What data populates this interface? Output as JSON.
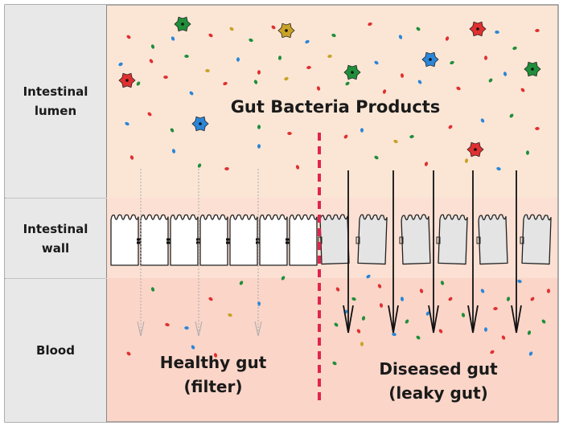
{
  "labels": {
    "lumen": [
      "Intestinal",
      "lumen"
    ],
    "wall": [
      "Intestinal",
      "wall"
    ],
    "blood": "Blood"
  },
  "title": "Gut Bacteria Products",
  "healthy": [
    "Healthy gut",
    "(filter)"
  ],
  "diseased": [
    "Diseased gut",
    "(leaky gut)"
  ],
  "colors": {
    "lumen_bg": "#fbe6d6",
    "blood_bg": "#fad5c8",
    "label_bg": "#e8e8e8",
    "healthy_cell": "#ffffff",
    "diseased_cell": "#e4e4e4",
    "divider": "#e0244e",
    "healthy_arrow": "#aaaaaa",
    "diseased_arrow": "#111111",
    "particles": [
      "#e03030",
      "#1f8f3a",
      "#2a86d8",
      "#c9a227"
    ]
  }
}
